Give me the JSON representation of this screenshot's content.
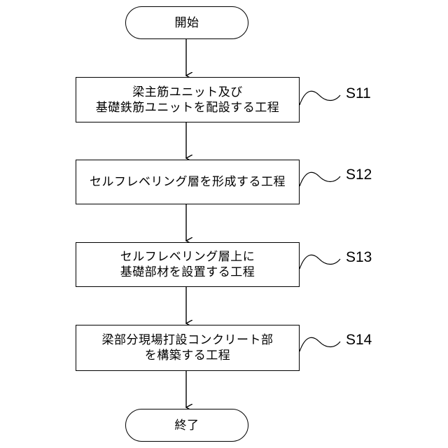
{
  "flowchart": {
    "start": "開始",
    "end": "終了",
    "steps": [
      {
        "id": "S11",
        "lines": [
          "梁主筋ユニット及び",
          "基礎鉄筋ユニットを配設する工程"
        ]
      },
      {
        "id": "S12",
        "lines": [
          "セルフレベリング層を形成する工程"
        ]
      },
      {
        "id": "S13",
        "lines": [
          "セルフレベリング層上に",
          "基礎部材を設置する工程"
        ]
      },
      {
        "id": "S14",
        "lines": [
          "梁部分現場打設コンクリート部",
          "を構築する工程"
        ]
      }
    ]
  }
}
